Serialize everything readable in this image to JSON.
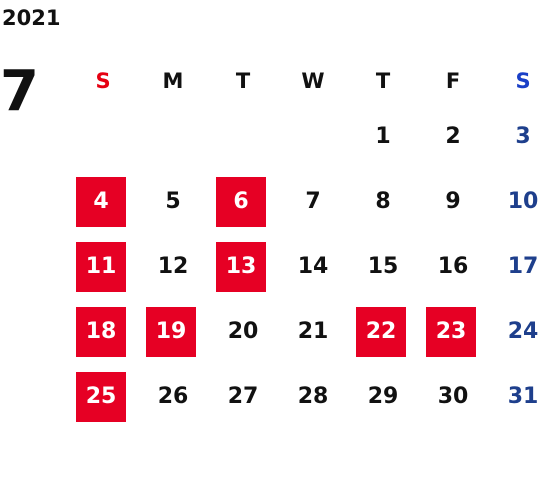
{
  "calendar": {
    "year": "2021",
    "month": "7",
    "weekdays": [
      "S",
      "M",
      "T",
      "W",
      "T",
      "F",
      "S"
    ],
    "weeks": [
      [
        "",
        "",
        "",
        "",
        "1",
        "2",
        "3"
      ],
      [
        "4",
        "5",
        "6",
        "7",
        "8",
        "9",
        "10"
      ],
      [
        "11",
        "12",
        "13",
        "14",
        "15",
        "16",
        "17"
      ],
      [
        "18",
        "19",
        "20",
        "21",
        "22",
        "23",
        "24"
      ],
      [
        "25",
        "26",
        "27",
        "28",
        "29",
        "30",
        "31"
      ]
    ],
    "highlighted_days": [
      "4",
      "6",
      "11",
      "13",
      "18",
      "19",
      "22",
      "23",
      "25"
    ]
  },
  "colors": {
    "highlight_bg": "#e60024",
    "sunday_header": "#e60012",
    "saturday_header": "#1a3fc7",
    "saturday_dates": "#1e3f8c",
    "text": "#111111"
  }
}
